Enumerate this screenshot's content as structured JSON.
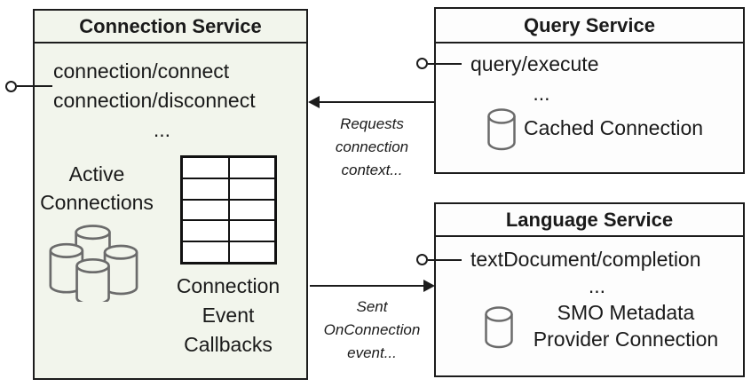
{
  "colors": {
    "connection_box_bg": "#f2f5ec",
    "service_box_bg": "#fdfdfd",
    "border": "#1c1c1c",
    "text": "#1a1a1a",
    "cylinder_stroke": "#6b6b6b",
    "table_cell_bg": "#ffffff"
  },
  "connection_service": {
    "title": "Connection Service",
    "methods": [
      "connection/connect",
      "connection/disconnect"
    ],
    "ellipsis": "...",
    "active_connections_lines": [
      "Active",
      "Connections"
    ],
    "callbacks_lines": [
      "Connection",
      "Event",
      "Callbacks"
    ],
    "icons": {
      "cluster": "database-cluster-icon",
      "table": "callbacks-table-icon"
    }
  },
  "query_service": {
    "title": "Query Service",
    "methods": [
      "query/execute"
    ],
    "ellipsis": "...",
    "connection_label": "Cached Connection",
    "icon": "database-icon"
  },
  "language_service": {
    "title": "Language Service",
    "methods": [
      "textDocument/completion"
    ],
    "ellipsis": "...",
    "connection_label_lines": [
      "SMO Metadata",
      "Provider Connection"
    ],
    "icon": "database-icon"
  },
  "arrows": [
    {
      "name": "requests-connection-context",
      "direction": "right-to-left",
      "label_lines": [
        "Requests",
        "connection",
        "context..."
      ]
    },
    {
      "name": "sent-onconnection-event",
      "direction": "left-to-right",
      "label_lines": [
        "Sent",
        "OnConnection",
        "event..."
      ]
    }
  ],
  "connectors": [
    "provided-interface-connection-service",
    "provided-interface-query-service",
    "provided-interface-language-service"
  ]
}
